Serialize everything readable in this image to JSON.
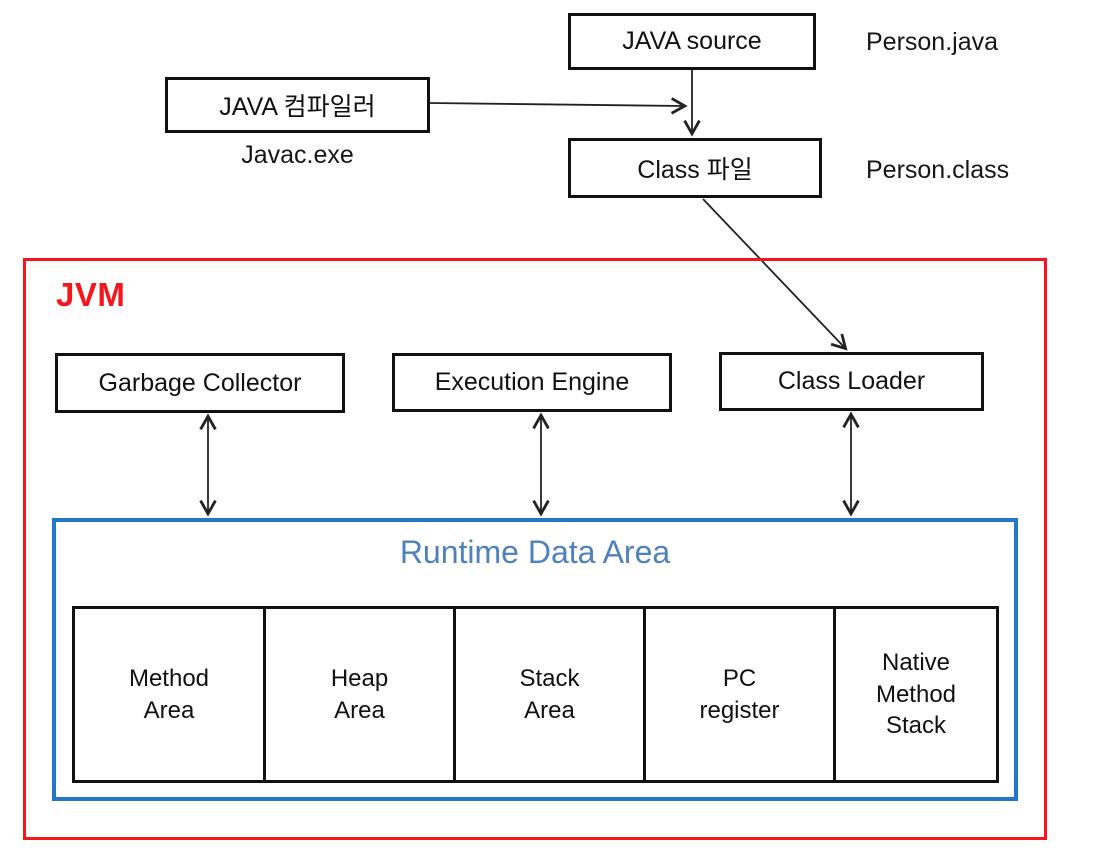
{
  "diagram_title": "Java compile and JVM architecture diagram",
  "colors": {
    "box_border": "#111111",
    "jvm_red": "#F5151B",
    "rda_blue_border": "#2277C8",
    "rda_blue_text": "#4F81BD"
  },
  "top_flow": {
    "java_source_label": "JAVA source",
    "java_source_file": "Person.java",
    "compiler_label": "JAVA 컴파일러",
    "compiler_file": "Javac.exe",
    "class_file_label": "Class 파일",
    "class_file_name": "Person.class"
  },
  "jvm": {
    "label": "JVM",
    "components": [
      {
        "label": "Garbage Collector"
      },
      {
        "label": "Execution Engine"
      },
      {
        "label": "Class Loader"
      }
    ],
    "runtime_data_area": {
      "title": "Runtime Data Area",
      "cells": [
        {
          "label": "Method\nArea"
        },
        {
          "label": "Heap\nArea"
        },
        {
          "label": "Stack\nArea"
        },
        {
          "label": "PC\nregister"
        },
        {
          "label": "Native\nMethod\nStack"
        }
      ]
    }
  },
  "arrows": [
    "java-source to class-file",
    "compiler to source-class connector",
    "class-file to class-loader",
    "garbage-collector to runtime-data-area (bidirectional)",
    "execution-engine to runtime-data-area (bidirectional)",
    "class-loader to runtime-data-area (bidirectional)"
  ]
}
